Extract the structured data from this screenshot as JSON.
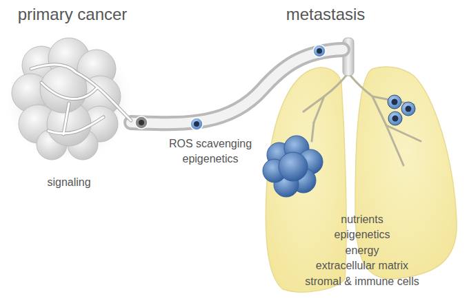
{
  "diagram": {
    "labels": [
      "primary cancer",
      "metastasis",
      "signaling",
      "ROS scavenging epigenetics",
      "nutrients epigenetics energy extracellular matrix stromal & immune cells"
    ]
  }
}
